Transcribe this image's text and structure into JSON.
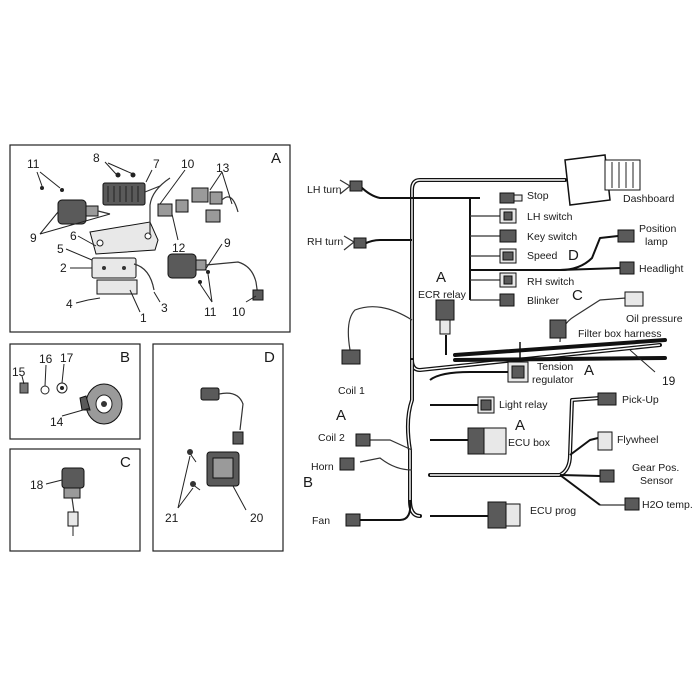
{
  "panels": {
    "a": {
      "letter": "A"
    },
    "b": {
      "letter": "B"
    },
    "c": {
      "letter": "C"
    },
    "d": {
      "letter": "D"
    }
  },
  "callouts": {
    "n1": "1",
    "n2": "2",
    "n3": "3",
    "n4": "4",
    "n5": "5",
    "n6": "6",
    "n7": "7",
    "n8": "8",
    "n9a": "9",
    "n9b": "9",
    "n10a": "10",
    "n10b": "10",
    "n11a": "11",
    "n11b": "11",
    "n12": "12",
    "n13": "13",
    "n14": "14",
    "n15": "15",
    "n16": "16",
    "n17": "17",
    "n18": "18",
    "n19": "19",
    "n20": "20",
    "n21": "21"
  },
  "harness_labels": {
    "dashboard": "Dashboard",
    "stop": "Stop",
    "lh_switch": "LH switch",
    "key_switch": "Key switch",
    "speed": "Speed",
    "rh_switch": "RH switch",
    "blinker": "Blinker",
    "position_lamp": "Position\nlamp",
    "position_lamp_1": "Position",
    "position_lamp_2": "lamp",
    "headlight": "Headlight",
    "lh_turn": "LH turn",
    "rh_turn": "RH turn",
    "ecr_relay": "ECR relay",
    "oil_pressure": "Oil pressure",
    "filter_box_harness": "Filter box harness",
    "coil_1": "Coil 1",
    "tension_regulator_1": "Tension",
    "tension_regulator_2": "regulator",
    "light_relay": "Light relay",
    "coil_2": "Coil 2",
    "pick_up": "Pick-Up",
    "ecu_box": "ECU box",
    "flywheel": "Flywheel",
    "horn": "Horn",
    "gear_pos_1": "Gear Pos.",
    "gear_pos_2": "Sensor",
    "h2o_temp": "H2O temp.",
    "fan": "Fan",
    "ecu_prog": "ECU prog"
  },
  "harness_refs": {
    "ecr_a": "A",
    "speed_d": "D",
    "oil_c": "C",
    "tension_a": "A",
    "ecu_a": "A",
    "coil2_a": "A",
    "horn_b": "B"
  }
}
